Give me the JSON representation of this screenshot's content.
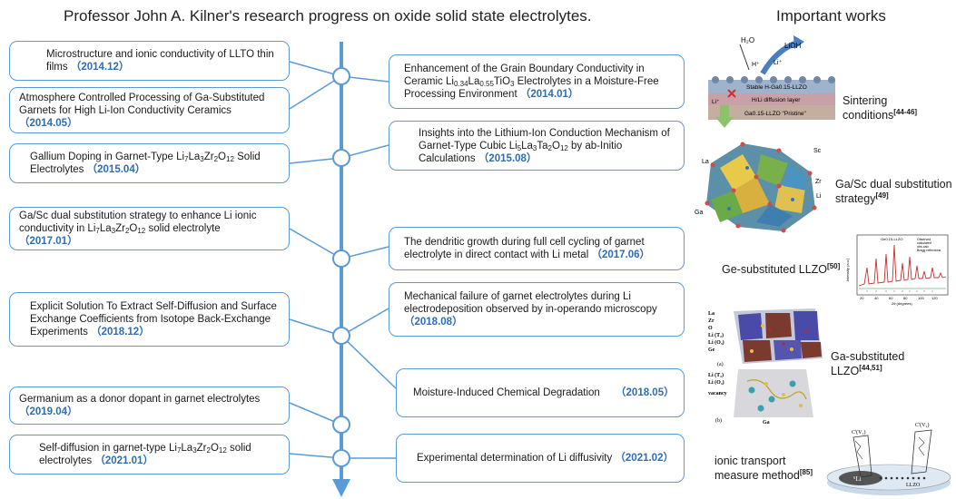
{
  "header": {
    "title": "Professor John A. Kilner's research progress on oxide solid state electrolytes.",
    "works_title": "Important works"
  },
  "left_items": [
    {
      "text": "Microstructure and ionic conductivity of LLTO thin films",
      "year": "（2014.12）"
    },
    {
      "text": "Atmosphere Controlled Processing of Ga-Substituted Garnets for High Li-Ion Conductivity Ceramics",
      "year": "（2014.05）"
    },
    {
      "text_a": "Gallium Doping in Garnet-Type Li",
      "text_b": " Solid Electrolytes",
      "year": "（2015.04）"
    },
    {
      "text_a": "Ga/Sc dual substitution strategy to enhance Li ionic conductivity in Li",
      "text_b": " solid electrolyte",
      "year": "（2017.01）"
    },
    {
      "text": "Explicit Solution To Extract Self-Diffusion and Surface Exchange Coefficients from Isotope Back-Exchange Experiments",
      "year": "（2018.12）"
    },
    {
      "text": "Germanium as a donor dopant in garnet electrolytes",
      "year": "（2019.04）"
    },
    {
      "text_a": "Self-diffusion in garnet-type Li",
      "text_b": " solid electrolytes",
      "year": "（2021.01）"
    }
  ],
  "right_items": [
    {
      "text_a": "Enhancement of the Grain Boundary Conductivity in Ceramic Li",
      "text_b": " Electrolytes in a Moisture-Free Processing Environment",
      "year": "（2014.01）"
    },
    {
      "text_a": "Insights into the Lithium-Ion Conduction Mechanism of Garnet-Type Cubic Li",
      "text_b": " by ab-Initio Calculations",
      "year": "（2015.08）"
    },
    {
      "text": "The dendritic growth during full cell cycling of garnet electrolyte in direct contact with Li metal",
      "year": "（2017.06）"
    },
    {
      "text": "Mechanical failure of garnet electrolytes during Li electrodeposition observed by in-operando microscopy",
      "year": "（2018.08）"
    },
    {
      "text": "Moisture-Induced Chemical Degradation",
      "year": "（2018.05）"
    },
    {
      "text": "Experimental determination  of Li diffusivity",
      "year": "（2021.02）"
    }
  ],
  "formulas": {
    "llzo": {
      "li": "7",
      "la_sym": "La",
      "la": "3",
      "zr_sym": "Zr",
      "zr": "2",
      "o_sym": "O",
      "o": "12"
    },
    "llto": {
      "li": "0.34",
      "la_sym": "La",
      "la": "0.55",
      "rest": "TiO",
      "o": "3"
    },
    "llto_garnet": {
      "li": "5",
      "la_sym": "La",
      "la": "3",
      "ta_sym": "Ta",
      "ta": "2",
      "o_sym": "O",
      "o": "12"
    }
  },
  "works": [
    {
      "label": "Sintering conditions",
      "ref": "[44-46]"
    },
    {
      "label": "Ga/Sc dual substitution strategy",
      "ref": "[49]"
    },
    {
      "label": "Ge-substituted LLZO",
      "ref": "[50]"
    },
    {
      "label": "Ga-substituted LLZO",
      "ref": "[44,51]"
    },
    {
      "label": "ionic transport measure method",
      "ref": "[85]"
    }
  ],
  "figure_text": {
    "h2o": "H₂O",
    "lioh": "LiOH",
    "h_plus": "H⁺",
    "li_plus": "Li⁺",
    "layer1": "Stable H-Ga0.15-LLZO",
    "layer2": "H/Li diffusion layer",
    "layer3": "Ga0.15-LLZO \"Pristine\"",
    "li_arrow": "Li⁺",
    "la": "La",
    "sc": "Sc",
    "zr": "Zr",
    "li": "Li",
    "ga": "Ga",
    "xrd_title": "Ge0.15-LLZO",
    "xrd_ylabel": "Intensity (a.u.)",
    "xrd_xlabel": "2θ (degrees)",
    "xrd_legend": [
      "Observed",
      "calculated",
      "obs-calc",
      "Bragg reflections"
    ],
    "xrd_ticks": [
      "20",
      "40",
      "60",
      "80",
      "100",
      "120"
    ],
    "ga_la": "La",
    "ga_zr": "Zr",
    "ga_o": "O",
    "ga_li24": "Li (T₂)",
    "ga_li96": "Li (O₃)",
    "ga_ge": "Ge",
    "ga_a": "(a)",
    "ga_li2": "Li (T₂)",
    "ga_li3": "Li (O₃)",
    "ga_vac": "vacancy",
    "ga_b": "(b)",
    "ga_ga": "Ga",
    "cv1": "C'(V₁)",
    "cv2": "C'(V₂)",
    "li6": "⁶Li",
    "llzo": "LLZO"
  },
  "colors": {
    "box_border": "#5b9bd5",
    "axis": "#5b9bd5",
    "year": "#2e6db4"
  }
}
